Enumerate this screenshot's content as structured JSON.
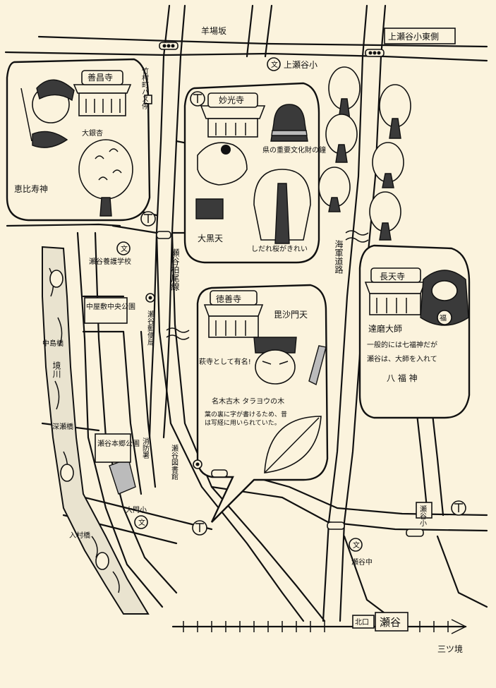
{
  "labels": {
    "yokobazaka": "羊場坂",
    "kamiseya_shotoho": "上瀬谷小東側",
    "kamiseya_sho": "上瀬谷小",
    "zenshoji": "善昌寺",
    "myokoji": "妙光寺",
    "ookuro_sugi": "大銀杏",
    "ebisu": "恵比寿神",
    "bus_stop": "竹村町バス停",
    "bell": "県の重要文化財の鐘",
    "daikoku": "大黒天",
    "shidare": "しだれ桜がきれい",
    "kaigun": "海軍道路",
    "yogo": "瀬谷養護学校",
    "nakayashiki": "中屋敷中央公園",
    "seya_yubin": "瀬谷郵便局",
    "sakamoto": "瀬谷柏尾線",
    "nakajimabashi": "中島橋",
    "sakaigawa": "境川",
    "tokuzoji": "徳善寺",
    "bishamonten": "毘沙門天",
    "hagi": "萩寺として有名!",
    "tarayo": "名木古木 タラヨウの木",
    "tarayo_note": "葉の裏に字が書けるため、昔は写経に用いられていた。",
    "chotenji": "長天寺",
    "daruma_title": "達磨大師",
    "daruma_note1": "一般的には七福神だが",
    "daruma_note2": "瀬谷は、大師を入れて",
    "daruma_note3": "八 福 神",
    "fukubashi": "深瀬橋",
    "seya_hon": "瀬谷本郷公園",
    "hokka": "消防署",
    "seya_keisatsu": "瀬谷図書館",
    "omachi_sho": "大門小",
    "irimura": "入村橋",
    "seya_chu": "瀬谷中",
    "seya_sho2": "瀬谷小",
    "exit": "北口",
    "station": "瀬谷",
    "mitsukyo": "三ツ境",
    "daruma_face": "福",
    "school_symbol": "文"
  },
  "colors": {
    "paper": "#fbf3dd",
    "ink": "#111111",
    "shade": "#bbbbbb"
  }
}
